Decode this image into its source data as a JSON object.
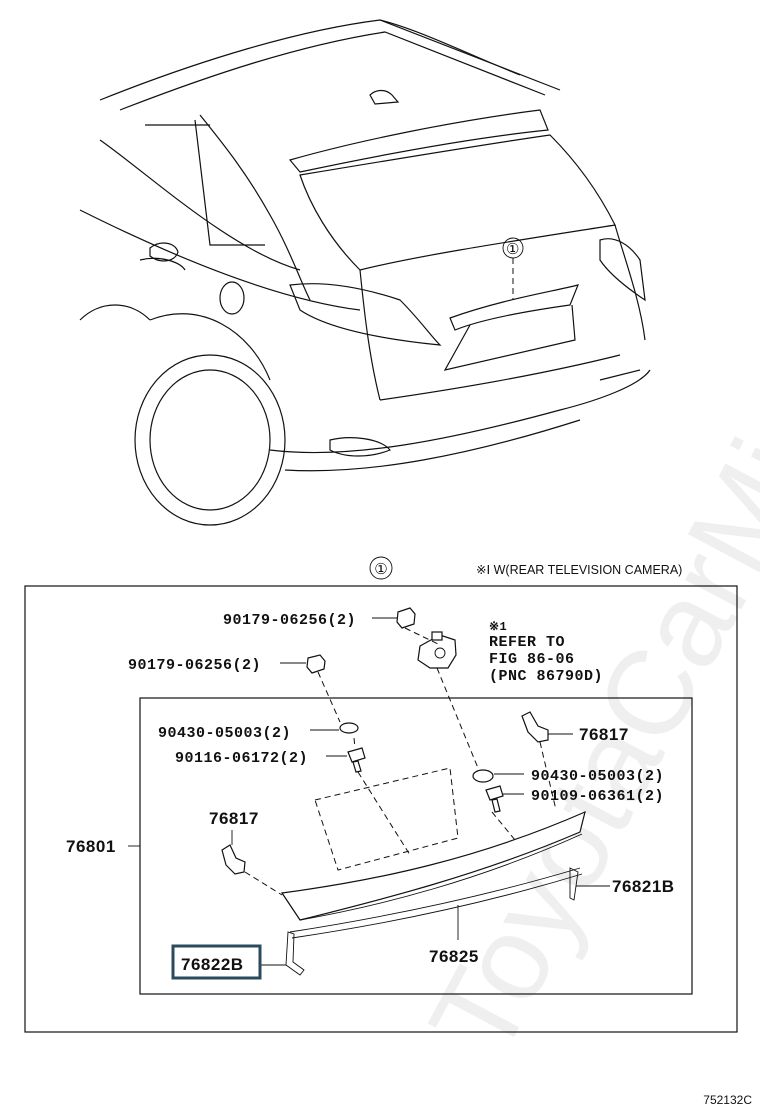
{
  "header": {
    "note": "※Ⅰ W(REAR TELEVISION CAMERA)",
    "callout": "①"
  },
  "car": {
    "callout": "①"
  },
  "watermark": "ToyotaCarMine.ru",
  "refer": {
    "mark": "※1",
    "line1": "REFER TO",
    "line2": "FIG 86-06",
    "line3": "(PNC 86790D)"
  },
  "labels": {
    "p_90179_a": "90179-06256(2)",
    "p_90179_b": "90179-06256(2)",
    "p_90430_a": "90430-05003(2)",
    "p_90116": "90116-06172(2)",
    "p_76817_r": "76817",
    "p_90430_b": "90430-05003(2)",
    "p_90109": "90109-06361(2)",
    "p_76817_l": "76817",
    "p_76801": "76801",
    "p_76821B": "76821B",
    "p_76822B": "76822B",
    "p_76825": "76825"
  },
  "highlight": {
    "part": "76822B",
    "color": "#2b4a5c"
  },
  "footer": {
    "code": "752132C"
  }
}
